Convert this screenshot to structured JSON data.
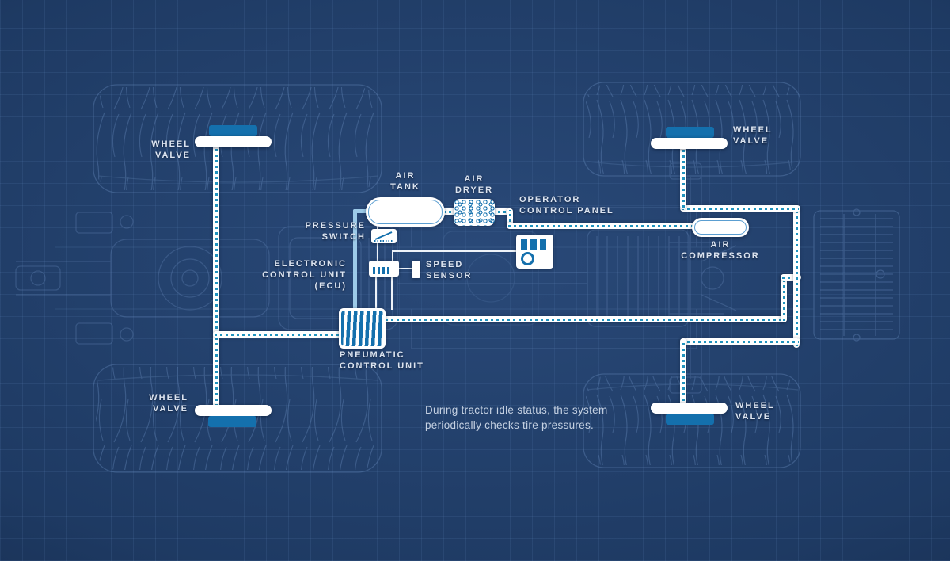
{
  "colors": {
    "bg": "#1e3a63",
    "accent": "#1470ad",
    "dots": "#2093be",
    "pipe": "#ffffff",
    "wire": "#eef3f9",
    "tank_pipe": "#9ccae8",
    "lineart": "#6487b8",
    "label": "#dce4f0",
    "caption": "#c5d1e2"
  },
  "components": {
    "wheel_valve": {
      "line1": "WHEEL",
      "line2": "VALVE"
    },
    "air_tank": {
      "line1": "AIR",
      "line2": "TANK"
    },
    "air_dryer": {
      "line1": "AIR",
      "line2": "DRYER"
    },
    "operator_control_panel": {
      "line1": "OPERATOR",
      "line2": "CONTROL PANEL"
    },
    "pressure_switch": {
      "line1": "PRESSURE",
      "line2": "SWITCH"
    },
    "electronic_control_unit": {
      "line1": "ELECTRONIC",
      "line2": "CONTROL UNIT",
      "line3": "(ECU)"
    },
    "speed_sensor": {
      "line1": "SPEED",
      "line2": "SENSOR"
    },
    "pneumatic_control_unit": {
      "line1": "PNEUMATIC",
      "line2": "CONTROL UNIT"
    },
    "air_compressor": {
      "line1": "AIR",
      "line2": "COMPRESSOR"
    }
  },
  "caption": {
    "line1": "During tractor idle status, the system",
    "line2": "periodically checks tire pressures."
  }
}
